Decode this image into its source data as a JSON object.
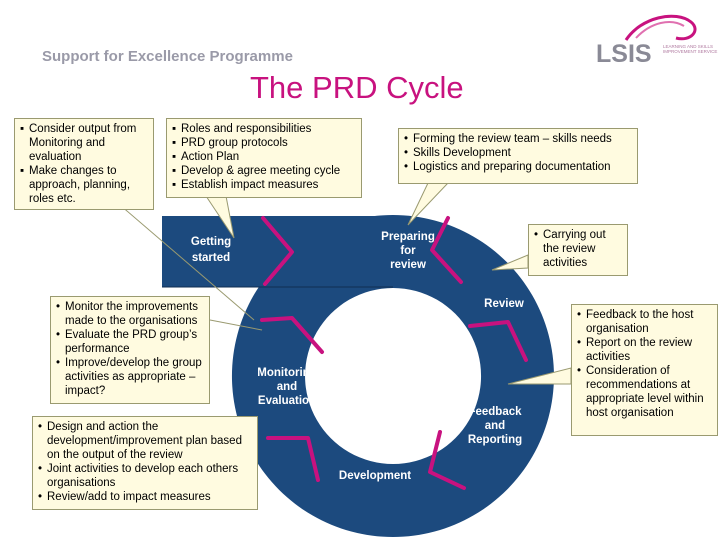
{
  "header": {
    "programme": "Support for Excellence Programme",
    "title": "The PRD Cycle"
  },
  "logo": {
    "text": "LSIS",
    "subtitle": "LEARNING AND SKILLS IMPROVEMENT SERVICE"
  },
  "colors": {
    "cycle_fill": "#1c4a7e",
    "arrow_accent": "#c8127f",
    "note_fill": "#fffbe0",
    "title": "#c8127f"
  },
  "stages": {
    "getting_started": [
      "Getting",
      "started"
    ],
    "preparing": [
      "Preparing",
      "for",
      "review"
    ],
    "review": [
      "Review"
    ],
    "feedback": [
      "Feedback",
      "and",
      "Reporting"
    ],
    "development": [
      "Development"
    ],
    "monitoring": [
      "Monitoring",
      "and",
      "Evaluation"
    ]
  },
  "notes": {
    "consider": [
      "Consider output from Monitoring and evaluation",
      "Make changes to approach, planning, roles etc."
    ],
    "roles": [
      "Roles and responsibilities",
      "PRD group protocols",
      "Action Plan",
      "Develop & agree meeting cycle",
      "Establish impact measures"
    ],
    "forming": [
      "Forming  the review team – skills needs",
      "Skills Development",
      "Logistics and preparing  documentation"
    ],
    "carrying": [
      "Carrying out the review activities"
    ],
    "monitor": [
      "Monitor the improvements made to the organisations",
      "Evaluate the PRD group’s performance",
      "Improve/develop the group activities as appropriate – impact?"
    ],
    "feedback": [
      "Feedback  to the host organisation",
      "Report on the review activities",
      "Consideration of recommendations at appropriate level within host organisation"
    ],
    "design": [
      "Design and action the development/improvement plan based on the output of the review",
      "Joint activities to develop each others organisations",
      "Review/add to impact measures"
    ]
  }
}
